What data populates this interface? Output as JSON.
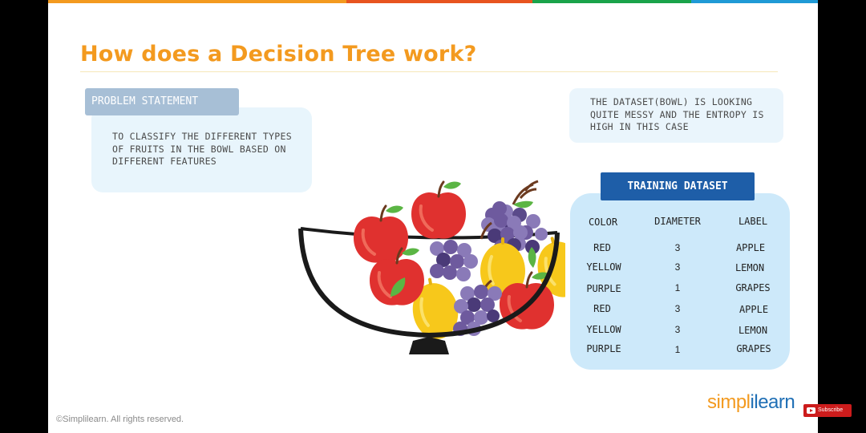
{
  "slide": {
    "title": "How does a Decision Tree work?",
    "problem_statement": {
      "tab_label": "PROBLEM STATEMENT",
      "text": "TO CLASSIFY THE DIFFERENT TYPES OF FRUITS IN THE BOWL BASED ON DIFFERENT FEATURES"
    },
    "dataset_note": "THE DATASET(BOWL) IS LOOKING QUITE MESSY AND THE ENTROPY IS HIGH IN THIS CASE",
    "training_dataset": {
      "tab_label": "TRAINING DATASET",
      "headers": [
        "COLOR",
        "DIAMETER",
        "LABEL"
      ],
      "rows": [
        [
          "RED",
          "3",
          "APPLE"
        ],
        [
          "YELLOW",
          "3",
          "LEMON"
        ],
        [
          "PURPLE",
          "1",
          "GRAPES"
        ],
        [
          "RED",
          "3",
          "APPLE"
        ],
        [
          "YELLOW",
          "3",
          "LEMON"
        ],
        [
          "PURPLE",
          "1",
          "GRAPES"
        ]
      ]
    },
    "copyright": "©Simplilearn. All rights reserved.",
    "logo": {
      "part1": "simpl",
      "part2": "i",
      "part3": "learn"
    }
  },
  "overlay": {
    "subscribe_label": "Subscribe",
    "icon": "youtube-play-icon"
  },
  "colors": {
    "title": "#f39a1f",
    "tab_problem": "#a7bfd6",
    "tab_training": "#1e5ea8",
    "box_light": "#e8f5fc",
    "table_box": "#cde9fa",
    "apple": "#e0312f",
    "lemon": "#f7c81b",
    "grapes": "#6e5a9e",
    "logo_orange": "#f39a1f",
    "logo_blue": "#1f6fb5",
    "topbar": [
      "#f39a1f",
      "#e8541f",
      "#1aa34a",
      "#1f9ad6"
    ]
  }
}
